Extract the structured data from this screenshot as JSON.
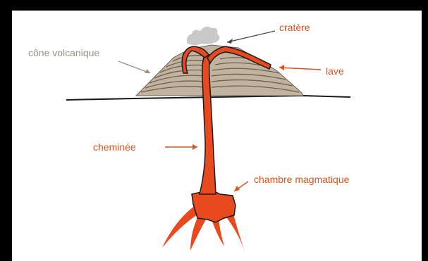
{
  "labels": {
    "crater": "cratère",
    "cone": "cône volcanique",
    "lava": "lave",
    "chimney": "cheminée",
    "chamber": "chambre magmatique"
  },
  "colors": {
    "lava": "#e8491e",
    "lava_dark": "#c93a12",
    "label_orange": "#d9541e",
    "label_gray": "#9a9186",
    "cone_fill": "#c2b3a0",
    "cone_lines": "#6e5f52",
    "smoke": "#c9c9c9",
    "outline": "#1a1a1a"
  }
}
